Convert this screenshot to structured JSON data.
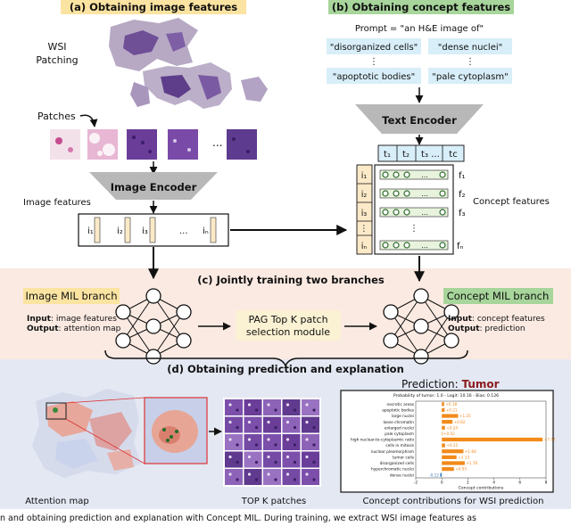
{
  "section_a": {
    "title": "(a) Obtaining image features",
    "wsi_label_1": "WSI",
    "wsi_label_2": "Patching",
    "patches_label": "Patches",
    "ellipsis": "...",
    "encoder": "Image Encoder",
    "features_label": "Image features",
    "feature_tokens": [
      "i₁",
      "i₂",
      "i₃",
      "...",
      "iₙ"
    ]
  },
  "section_b": {
    "title": "(b) Obtaining concept features",
    "prompt": "Prompt = \"an H&E image of\"",
    "concepts": [
      "\"disorganized cells\"",
      "\"dense nuclei\"",
      "\"apoptotic bodies\"",
      "\"pale cytoplasm\""
    ],
    "encoder": "Text Encoder",
    "text_tokens": [
      "t₁",
      "t₂",
      "t₃",
      "...",
      "tᴄ"
    ],
    "image_tokens": [
      "i₁",
      "i₂",
      "i₃",
      "⋮",
      "iₙ"
    ],
    "concept_feature_tokens": [
      "f₁",
      "f₂",
      "f₃",
      "fₙ"
    ],
    "features_label": "Concept features"
  },
  "section_c": {
    "title": "(c) Jointly training two branches",
    "image_branch": "Image MIL branch",
    "image_input_key": "Input",
    "image_input_val": ": image features",
    "image_output_key": "Output",
    "image_output_val": ": attention map",
    "module_line1": "PAG Top K patch",
    "module_line2": "selection module",
    "concept_branch": "Concept MIL branch",
    "concept_input_key": "Input",
    "concept_input_val": ": concept features",
    "concept_output_key": "Output",
    "concept_output_val": ": prediction"
  },
  "section_d": {
    "title": "(d) Obtaining prediction and explanation",
    "prediction_prefix": "Prediction: ",
    "prediction_value": "Tumor",
    "attention_label": "Attention map",
    "topk_label": "TOP K patches",
    "contrib_label": "Concept contributions for WSI prediction"
  },
  "chart_data": {
    "type": "bar",
    "title": "Probability of tumor: 1.0 - Logit: 10.16 - Bias: 0.126",
    "xlabel": "Concept contributions",
    "xlim": [
      -2,
      8
    ],
    "xticks": [
      "-2",
      "0",
      "2",
      "4",
      "6",
      "8"
    ],
    "categories": [
      "necrotic areas",
      "apoptotic bodies",
      "large nuclei",
      "loose chromatin",
      "enlarged nuclei",
      "pale cytoplasm",
      "high nuclear-to-cytoplasmic ratio",
      "cells in mitosis",
      "nuclear pleomorphism",
      "tumor cells",
      "disorganized cells",
      "hyperchromatic nuclei",
      "dense nuclei"
    ],
    "values": [
      0.18,
      0.21,
      1.25,
      0.82,
      0.24,
      0.02,
      7.74,
      0.25,
      1.66,
      1.13,
      1.76,
      0.93,
      -0.12
    ],
    "labels": [
      "+0.18",
      "+0.21",
      "+1.25",
      "+0.82",
      "+0.24",
      "+0.02",
      "+7.74",
      "+0.25",
      "+1.66",
      "+1.13",
      "+1.76",
      "+0.93",
      "-0.12"
    ],
    "colors": {
      "positive": "#f28a1a",
      "negative": "#3d7fc1"
    },
    "grid": false
  },
  "caption_fragment": "n and obtaining prediction and explanation with Concept MIL. During training, we extract WSI image features as",
  "colors": {
    "title_a": "#fbe3a1",
    "title_b": "#a7d59b",
    "band_c": "#fbeae2",
    "band_d": "#e3e8f3",
    "concept_box": "#d8eef8",
    "token_box": "#fbe9c8",
    "encoder": "#b8b8b8",
    "nn_node": "#ffffff"
  }
}
